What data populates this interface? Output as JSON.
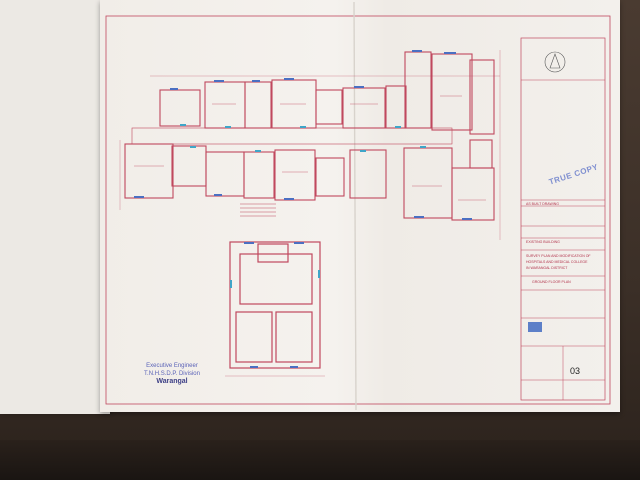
{
  "stamp": {
    "line1": "Executive Engineer",
    "line2": "T.N.H.S.D.P. Division",
    "signature": "Warangal"
  },
  "copy_stamp": "TRUE COPY",
  "title_block": {
    "status": "AS BUILT DRAWING",
    "building": "EXISTING BUILDING",
    "project_line1": "SURVEY PLAN AND MODIFICATION OF",
    "project_line2": "HOSPITALS AND MEDICAL COLLEGE",
    "project_line3": "IN WARANGAL DISTRICT",
    "drawing_title": "GROUND FLOOR PLAN",
    "sheet_no": "03"
  },
  "colors": {
    "line_red": "#c0485e",
    "line_blue": "#4b6fc2",
    "line_cyan": "#3fa5c8",
    "paper": "#f3f0ec"
  }
}
